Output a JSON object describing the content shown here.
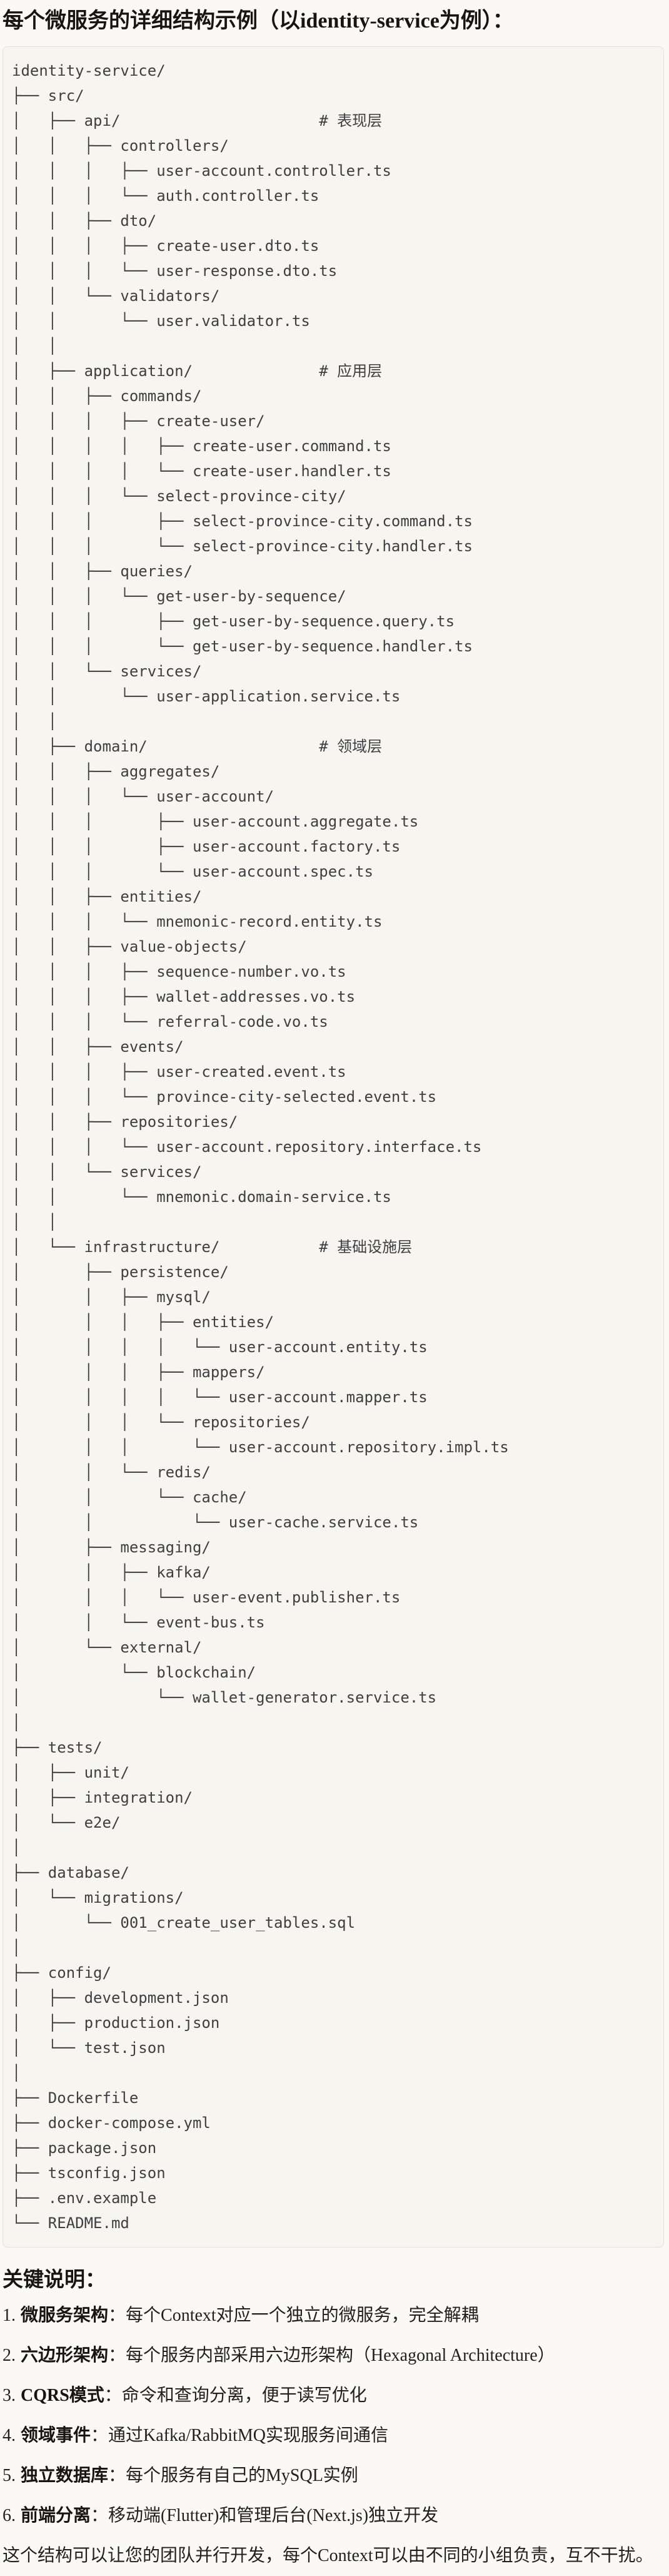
{
  "title": "每个微服务的详细结构示例（以identity-service为例）：",
  "tree": "identity-service/\n├── src/\n│   ├── api/                      # 表现层\n│   │   ├── controllers/\n│   │   │   ├── user-account.controller.ts\n│   │   │   └── auth.controller.ts\n│   │   ├── dto/\n│   │   │   ├── create-user.dto.ts\n│   │   │   └── user-response.dto.ts\n│   │   └── validators/\n│   │       └── user.validator.ts\n│   │\n│   ├── application/              # 应用层\n│   │   ├── commands/\n│   │   │   ├── create-user/\n│   │   │   │   ├── create-user.command.ts\n│   │   │   │   └── create-user.handler.ts\n│   │   │   └── select-province-city/\n│   │   │       ├── select-province-city.command.ts\n│   │   │       └── select-province-city.handler.ts\n│   │   ├── queries/\n│   │   │   └── get-user-by-sequence/\n│   │   │       ├── get-user-by-sequence.query.ts\n│   │   │       └── get-user-by-sequence.handler.ts\n│   │   └── services/\n│   │       └── user-application.service.ts\n│   │\n│   ├── domain/                   # 领域层\n│   │   ├── aggregates/\n│   │   │   └── user-account/\n│   │   │       ├── user-account.aggregate.ts\n│   │   │       ├── user-account.factory.ts\n│   │   │       └── user-account.spec.ts\n│   │   ├── entities/\n│   │   │   └── mnemonic-record.entity.ts\n│   │   ├── value-objects/\n│   │   │   ├── sequence-number.vo.ts\n│   │   │   ├── wallet-addresses.vo.ts\n│   │   │   └── referral-code.vo.ts\n│   │   ├── events/\n│   │   │   ├── user-created.event.ts\n│   │   │   └── province-city-selected.event.ts\n│   │   ├── repositories/\n│   │   │   └── user-account.repository.interface.ts\n│   │   └── services/\n│   │       └── mnemonic.domain-service.ts\n│   │\n│   └── infrastructure/           # 基础设施层\n│       ├── persistence/\n│       │   ├── mysql/\n│       │   │   ├── entities/\n│       │   │   │   └── user-account.entity.ts\n│       │   │   ├── mappers/\n│       │   │   │   └── user-account.mapper.ts\n│       │   │   └── repositories/\n│       │   │       └── user-account.repository.impl.ts\n│       │   └── redis/\n│       │       └── cache/\n│       │           └── user-cache.service.ts\n│       ├── messaging/\n│       │   ├── kafka/\n│       │   │   └── user-event.publisher.ts\n│       │   └── event-bus.ts\n│       └── external/\n│           └── blockchain/\n│               └── wallet-generator.service.ts\n│\n├── tests/\n│   ├── unit/\n│   ├── integration/\n│   └── e2e/\n│\n├── database/\n│   └── migrations/\n│       └── 001_create_user_tables.sql\n│\n├── config/\n│   ├── development.json\n│   ├── production.json\n│   └── test.json\n│\n├── Dockerfile\n├── docker-compose.yml\n├── package.json\n├── tsconfig.json\n├── .env.example\n└── README.md",
  "notes": {
    "heading": "关键说明：",
    "items": [
      {
        "num": "1.",
        "term": "微服务架构",
        "desc": "：每个Context对应一个独立的微服务，完全解耦"
      },
      {
        "num": "2.",
        "term": "六边形架构",
        "desc": "：每个服务内部采用六边形架构（Hexagonal Architecture）"
      },
      {
        "num": "3.",
        "term": "CQRS模式",
        "desc": "：命令和查询分离，便于读写优化"
      },
      {
        "num": "4.",
        "term": "领域事件",
        "desc": "：通过Kafka/RabbitMQ实现服务间通信"
      },
      {
        "num": "5.",
        "term": "独立数据库",
        "desc": "：每个服务有自己的MySQL实例"
      },
      {
        "num": "6.",
        "term": "前端分离",
        "desc": "：移动端(Flutter)和管理后台(Next.js)独立开发"
      }
    ],
    "footer": "这个结构可以让您的团队并行开发，每个Context可以由不同的小组负责，互不干扰。"
  },
  "colors": {
    "page_background": "#faf9f5",
    "code_background": "#f6f5f0",
    "code_border": "#e2e0d9",
    "tree_text": "#3d3f44",
    "heading_text": "#161512"
  },
  "tree_comments": [
    "# 表现层",
    "# 应用层",
    "# 领域层",
    "# 基础设施层"
  ]
}
